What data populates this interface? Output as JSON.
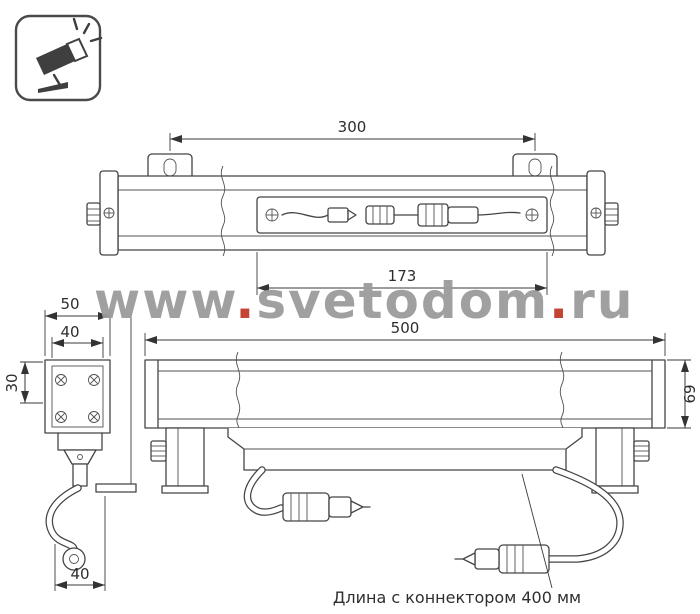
{
  "watermark": {
    "part1": "www",
    "dot1": ".",
    "part2": "svetodom",
    "dot2": ".",
    "part3": "ru"
  },
  "dims": {
    "top_span": "300",
    "top_inner_span": "173",
    "front_span": "500",
    "front_height": "69",
    "side_outer": "50",
    "side_inner": "40",
    "side_height": "30",
    "side_bottom": "40"
  },
  "caption": "Длина с коннектором 400 мм",
  "icon": {
    "name": "floodlight"
  }
}
